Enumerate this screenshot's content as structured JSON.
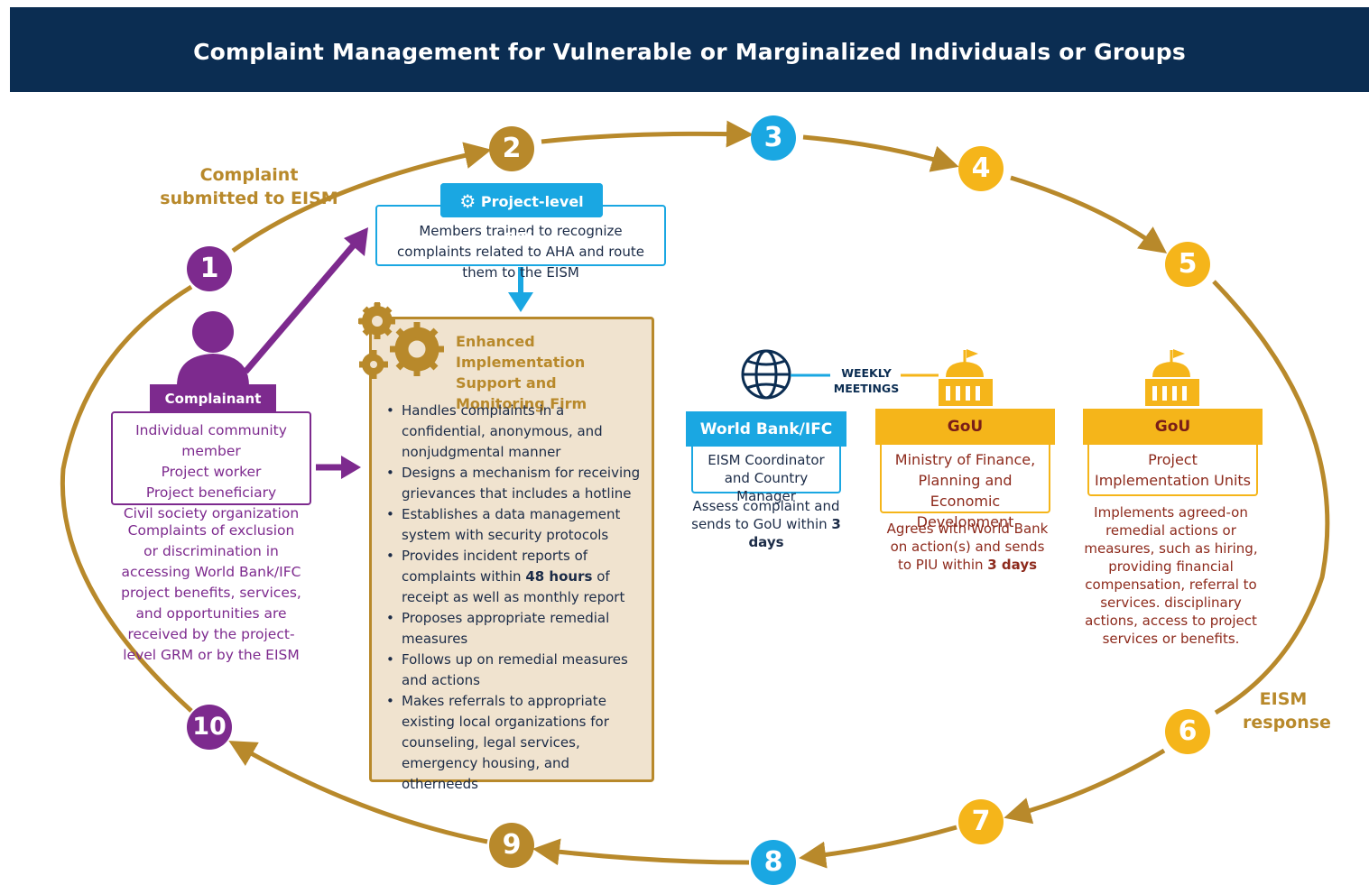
{
  "title": "Complaint Management for Vulnerable or Marginalized Individuals or Groups",
  "colors": {
    "navy": "#0b2d52",
    "gold": "#b8892b",
    "blue": "#1aa7e2",
    "yellow": "#f5b51a",
    "purple": "#7d2a8e"
  },
  "steps": [
    "1",
    "2",
    "3",
    "4",
    "5",
    "6",
    "7",
    "8",
    "9",
    "10"
  ],
  "labels": {
    "submitted": "Complaint submitted to EISM",
    "response": "EISM response"
  },
  "complainant": {
    "header": "Complainant",
    "types": [
      "Individual community member",
      "Project worker",
      "Project beneficiary",
      "Civil society organization"
    ],
    "description": "Complaints of exclusion or discrimination in accessing World Bank/IFC project benefits, services, and opportunities are received by the project-level GRM or by the EISM"
  },
  "grm": {
    "header": "Project-level GRM",
    "icon": "gear-icon",
    "text": "Members trained to recognize complaints related to AHA and route them to the EISM"
  },
  "firm": {
    "title": "Enhanced Implementation Support and Monitoring Firm",
    "icon": "gears-icon",
    "bullets": [
      {
        "pre": "Handles complaints in a confidential, anonymous, and nonjudgmental manner",
        "bold": "",
        "post": ""
      },
      {
        "pre": "Designs a mechanism for receiving grievances that includes a hotline",
        "bold": "",
        "post": ""
      },
      {
        "pre": "Establishes a data management system with security protocols",
        "bold": "",
        "post": ""
      },
      {
        "pre": "Provides incident reports of complaints within ",
        "bold": "48 hours",
        "post": " of receipt as well as monthly report"
      },
      {
        "pre": "Proposes appropriate remedial measures",
        "bold": "",
        "post": ""
      },
      {
        "pre": "Follows up on remedial measures and actions",
        "bold": "",
        "post": ""
      },
      {
        "pre": "Makes referrals to appropriate existing local organizations for counseling, legal services, emergency housing, and otherneeds",
        "bold": "",
        "post": ""
      }
    ]
  },
  "weekly": "WEEKLY MEETINGS",
  "worldbank": {
    "icon": "globe-icon",
    "header": "World Bank/IFC",
    "role": "EISM Coordinator and Country Manager",
    "action_pre": "Assess complaint and sends to GoU within ",
    "action_bold": "3 days"
  },
  "gou1": {
    "icon": "government-building-icon",
    "header": "GoU",
    "role": "Ministry of Finance, Planning and Economic Development",
    "action_pre": "Agrees with World Bank on action(s) and sends to PIU within ",
    "action_bold": "3 days"
  },
  "gou2": {
    "icon": "government-building-icon",
    "header": "GoU",
    "role": "Project Implementation Units",
    "action": "Implements agreed-on remedial actions or measures, such as hiring, providing financial compensation, referral to services. disciplinary actions, access to project services or benefits."
  }
}
